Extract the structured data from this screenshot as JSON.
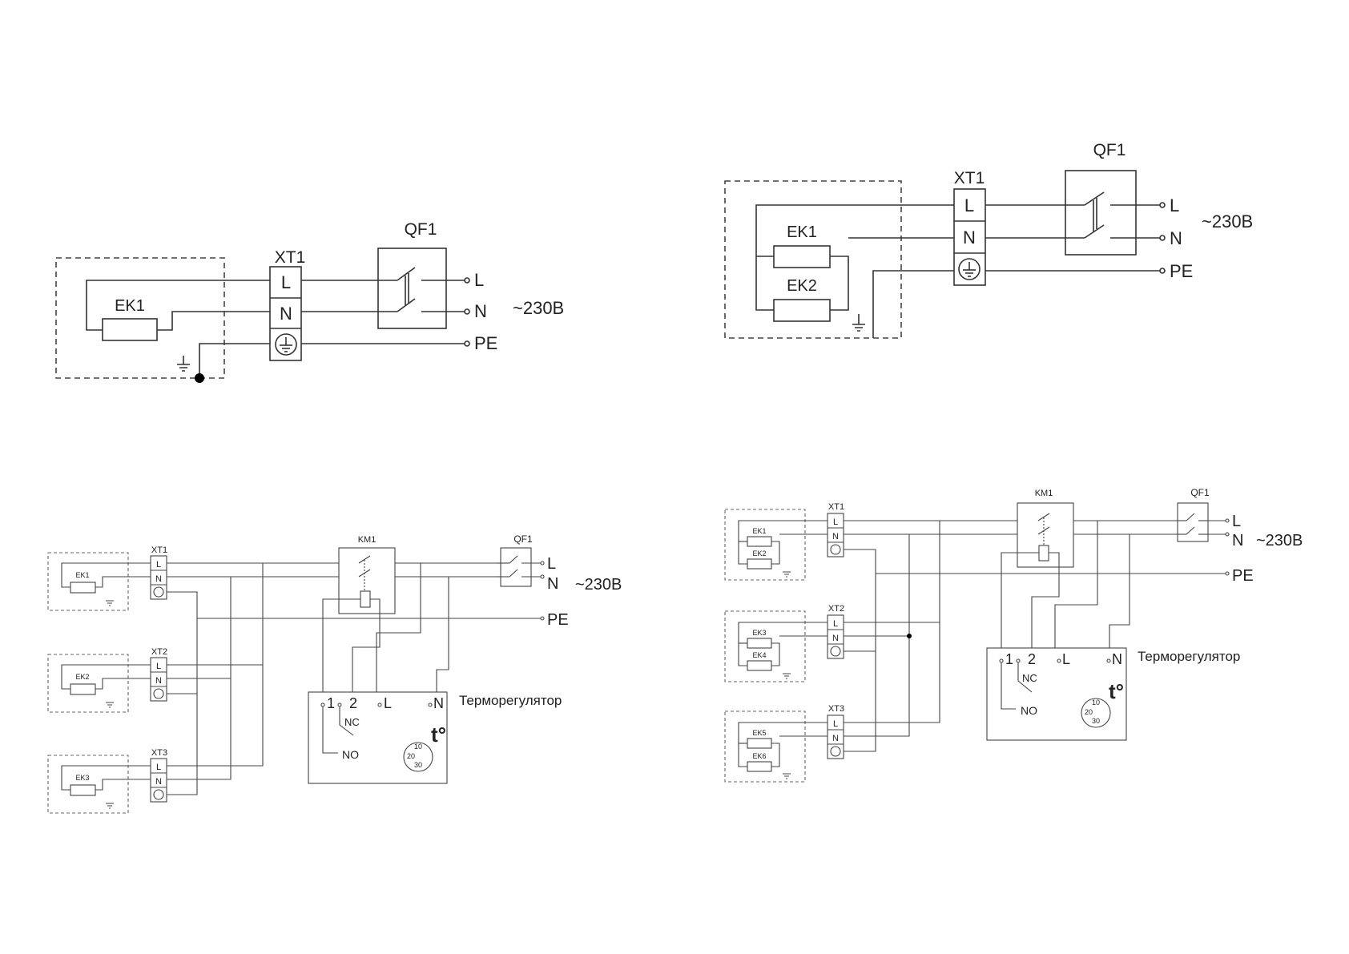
{
  "colors": {
    "line": "#333333",
    "text": "#222222",
    "background": "#ffffff"
  },
  "diagram1": {
    "terminal": "XT1",
    "breaker": "QF1",
    "heater": "EK1",
    "slot_l": "L",
    "slot_n": "N",
    "out_l": "L",
    "out_n": "N",
    "out_pe": "PE",
    "voltage": "~230В"
  },
  "diagram2": {
    "terminal": "XT1",
    "breaker": "QF1",
    "heater1": "EK1",
    "heater2": "EK2",
    "slot_l": "L",
    "slot_n": "N",
    "out_l": "L",
    "out_n": "N",
    "out_pe": "PE",
    "voltage": "~230В"
  },
  "diagram3": {
    "terminals": [
      "XT1",
      "XT2",
      "XT3"
    ],
    "heaters": [
      "EK1",
      "EK2",
      "EK3"
    ],
    "contactor": "KM1",
    "breaker": "QF1",
    "slot_l": "L",
    "slot_n": "N",
    "out_l": "L",
    "out_n": "N",
    "out_pe": "PE",
    "voltage": "~230В",
    "thermostat": {
      "title": "Терморегулятор",
      "pin1": "1",
      "pin2": "2",
      "pin_l": "L",
      "pin_n": "N",
      "nc": "NC",
      "no": "NO",
      "temp_symbol": "t°",
      "dial": [
        "10",
        "20",
        "30"
      ]
    }
  },
  "diagram4": {
    "terminals": [
      "XT1",
      "XT2",
      "XT3"
    ],
    "heaters": [
      "EK1",
      "EK2",
      "EK3",
      "EK4",
      "EK5",
      "EK6"
    ],
    "contactor": "KM1",
    "breaker": "QF1",
    "slot_l": "L",
    "slot_n": "N",
    "out_l": "L",
    "out_n": "N",
    "out_pe": "PE",
    "voltage": "~230В",
    "thermostat": {
      "title": "Терморегулятор",
      "pin1": "1",
      "pin2": "2",
      "pin_l": "L",
      "pin_n": "N",
      "nc": "NC",
      "no": "NO",
      "temp_symbol": "t°",
      "dial": [
        "10",
        "20",
        "30"
      ]
    }
  }
}
